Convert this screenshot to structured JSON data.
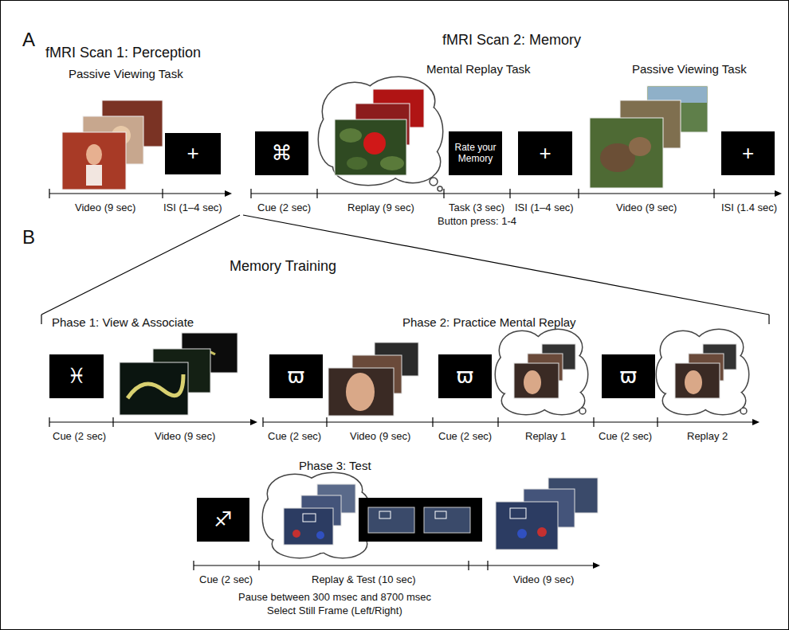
{
  "diagram": {
    "nodes": [
      {
        "text": [
          "+"
        ]
      },
      {
        "text": [
          "⌘"
        ]
      },
      {
        "text": [
          "Rate your Memory"
        ]
      },
      {
        "text": [
          "+"
        ]
      },
      {
        "text": [
          "+"
        ]
      },
      {
        "text": [
          "♓"
        ]
      },
      {
        "text": [
          "ϖ"
        ]
      },
      {
        "text": [
          "ϖ"
        ]
      },
      {
        "text": [
          "ϖ"
        ]
      },
      {
        "text": [
          "♐"
        ]
      }
    ],
    "labels": [
      "A",
      "fMRI Scan 1: Perception",
      "Passive Viewing Task",
      "fMRI Scan 2: Memory",
      "Mental Replay Task",
      "Passive Viewing Task",
      "Video (9 sec)",
      "ISI (1–4 sec)",
      "Cue (2 sec)",
      "Replay (9 sec)",
      "Task (3 sec)",
      "Button press: 1-4",
      "ISI (1–4 sec)",
      "Video (9 sec)",
      "ISI (1.4 sec)",
      "B",
      "Memory Training",
      "Phase 1: View & Associate",
      "Phase 2: Practice Mental Replay",
      "Cue (2 sec)",
      "Video (9 sec)",
      "Cue (2 sec)",
      "Video (9 sec)",
      "Cue (2 sec)",
      "Replay 1",
      "Cue (2 sec)",
      "Replay 2",
      "Phase 3: Test",
      "Cue (2 sec)",
      "Replay & Test (10 sec)",
      "Video (9 sec)",
      "Pause between 300 msec and 8700 msec",
      "Select Still Frame (Left/Right)"
    ]
  }
}
